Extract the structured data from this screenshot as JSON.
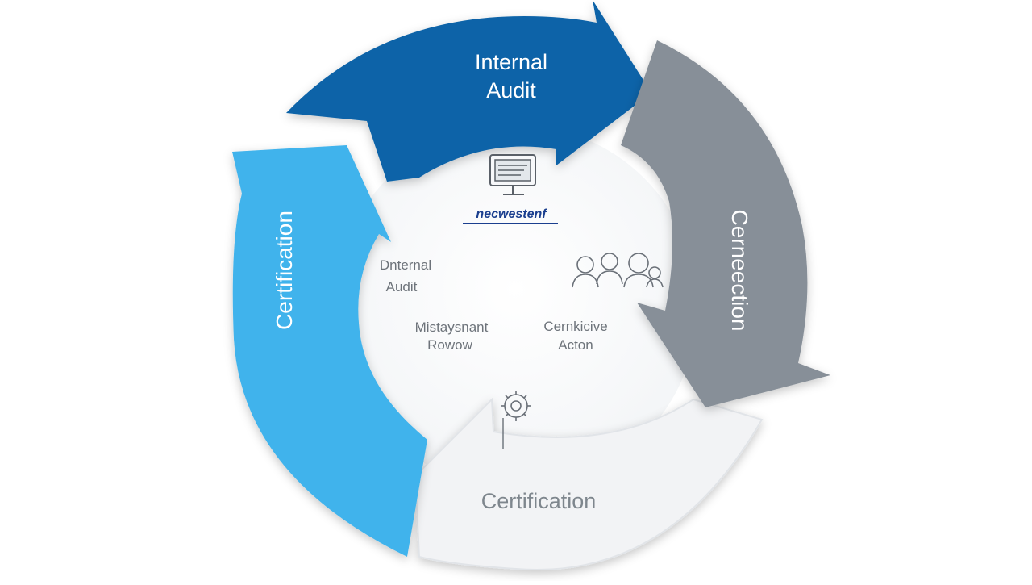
{
  "diagram": {
    "segments": {
      "top": {
        "label_line1": "Internal",
        "label_line2": "Audit",
        "color": "#0a63a8"
      },
      "right": {
        "label": "Cerneection",
        "color": "#878f98"
      },
      "bottom": {
        "label": "Certification",
        "color": "#f2f3f5",
        "text_color": "#7e868d"
      },
      "left": {
        "label": "Certification",
        "color": "#41b3ec"
      }
    },
    "center": {
      "banner_text": "necwestenf",
      "banner_color": "#1b3f8f",
      "items": [
        {
          "line1": "Dnternal",
          "line2": "Audit"
        },
        {
          "line1": "Mistaysnant",
          "line2": "Rowow"
        },
        {
          "line1": "Cernkicive",
          "line2": "Acton"
        }
      ],
      "text_color": "#6d737a"
    },
    "icons": [
      "monitor-icon",
      "people-group-icon",
      "gear-icon"
    ]
  }
}
